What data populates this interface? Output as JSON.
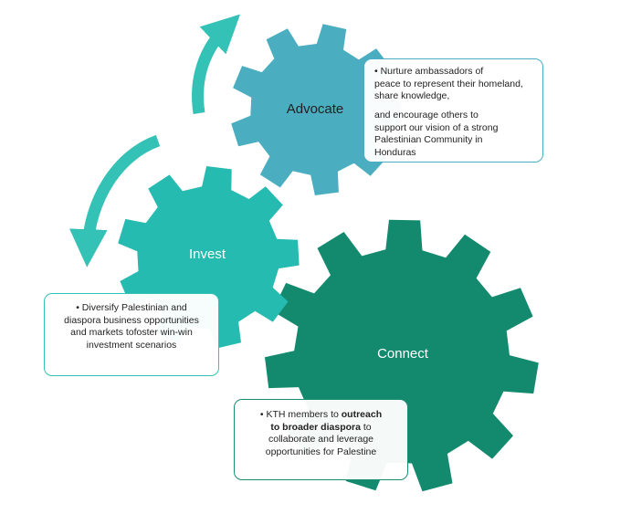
{
  "colors": {
    "advocate": "#4aaec0",
    "invest": "#26bbb0",
    "connect": "#138a6e",
    "arrow": "#33c2b5"
  },
  "gears": {
    "advocate": {
      "label": "Advocate",
      "label_color": "#1f1f1f"
    },
    "invest": {
      "label": "Invest",
      "label_color": "#ffffff"
    },
    "connect": {
      "label": "Connect",
      "label_color": "#ffffff"
    }
  },
  "arrows": {
    "upper": {
      "icon": "curved-arrow-up-icon"
    },
    "lower": {
      "icon": "curved-arrow-down-icon"
    }
  },
  "callouts": {
    "advocate": {
      "line1": "• Nurture ambassadors of",
      "line2": "peace to represent their homeland,",
      "line3": "share knowledge,",
      "line4": "and encourage others to",
      "line5": "support our vision of a strong",
      "line6": "Palestinian Community in",
      "line7": "Honduras"
    },
    "invest": {
      "line1": "• Diversify Palestinian and",
      "line2": "diaspora business opportunities",
      "line3": "and markets tofoster win-win",
      "line4": "investment scenarios"
    },
    "connect": {
      "line1_pre": "• KTH members to ",
      "line1_bold": "outreach",
      "line2_bold": "to broader diaspora",
      "line2_post": " to",
      "line3": "collaborate and leverage",
      "line4": "opportunities for Palestine"
    }
  }
}
